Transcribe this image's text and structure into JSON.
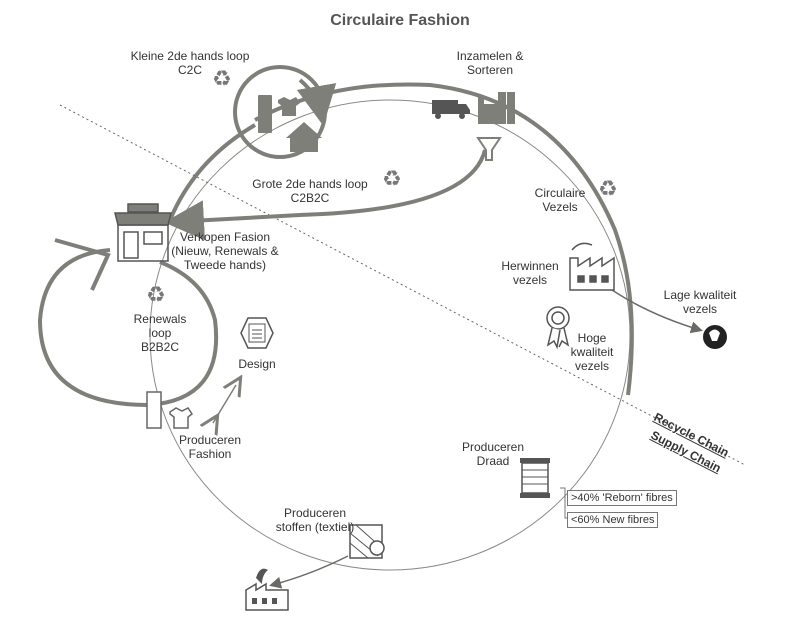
{
  "title": "Circulaire Fashion",
  "labels": {
    "klein_loop": [
      "Kleine 2de hands loop",
      "C2C"
    ],
    "inzamelen": [
      "Inzamelen &",
      "Sorteren"
    ],
    "grote_loop": [
      "Grote 2de hands loop",
      "C2B2C"
    ],
    "circulaire_vezels": [
      "Circulaire",
      "Vezels"
    ],
    "verkopen": [
      "Verkopen Fasion",
      "(Nieuw, Renewals  &",
      "Tweede hands)"
    ],
    "herwinnen": [
      "Herwinnen",
      "vezels"
    ],
    "lage_kwaliteit": [
      "Lage kwaliteit",
      "vezels"
    ],
    "renewals": [
      "Renewals",
      "loop",
      "B2B2C"
    ],
    "design": "Design",
    "hoge_kwaliteit": [
      "Hoge",
      "kwaliteit",
      "vezels"
    ],
    "produceren_fashion": [
      "Produceren",
      "Fashion"
    ],
    "produceren_draad": [
      "Produceren",
      "Draad"
    ],
    "produceren_stoffen": [
      "Produceren",
      "stoffen (textiel)"
    ]
  },
  "fibre_boxes": [
    ">40%  'Reborn' fibres",
    "<60%  New fibres"
  ],
  "chains": {
    "recycle": "Recycle Chain",
    "supply": "Supply Chain"
  },
  "colors": {
    "gray": "#7f7f7a",
    "dark": "#444444",
    "line": "#8a8a85"
  },
  "icons": [
    "recycle-icon",
    "clothes-icon",
    "house-icon",
    "truck-icon",
    "factory-icon",
    "funnel-icon",
    "shop-icon",
    "design-icon",
    "rosette-icon",
    "spool-icon",
    "fabric-roll-icon",
    "landfill-icon"
  ]
}
